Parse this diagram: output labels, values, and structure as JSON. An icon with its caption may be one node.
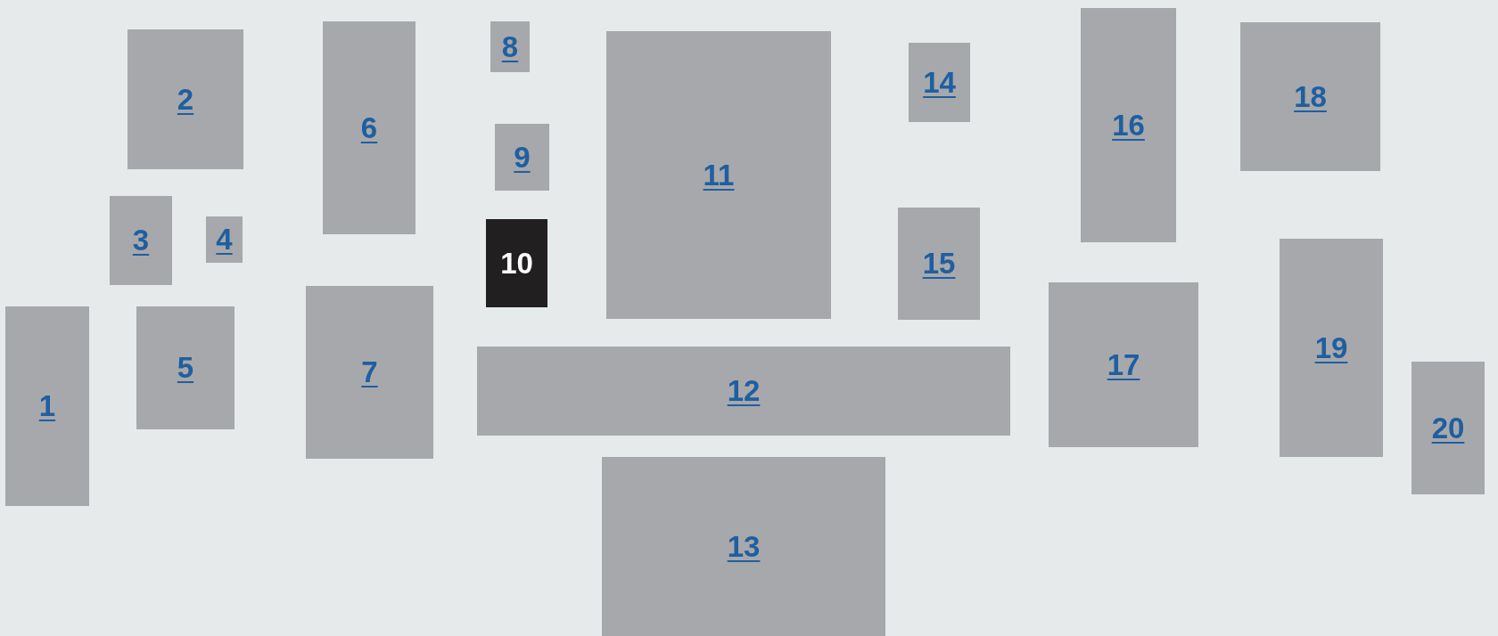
{
  "diagram": {
    "nodes": [
      {
        "text": [
          "1"
        ]
      },
      {
        "text": [
          "2"
        ]
      },
      {
        "text": [
          "3"
        ]
      },
      {
        "text": [
          "4"
        ]
      },
      {
        "text": [
          "5"
        ]
      },
      {
        "text": [
          "6"
        ]
      },
      {
        "text": [
          "7"
        ]
      },
      {
        "text": [
          "8"
        ]
      },
      {
        "text": [
          "9"
        ]
      },
      {
        "text": [
          "10"
        ]
      },
      {
        "text": [
          "11"
        ]
      },
      {
        "text": [
          "12"
        ]
      },
      {
        "text": [
          "13"
        ]
      },
      {
        "text": [
          "14"
        ]
      },
      {
        "text": [
          "15"
        ]
      },
      {
        "text": [
          "16"
        ]
      },
      {
        "text": [
          "17"
        ]
      },
      {
        "text": [
          "18"
        ]
      },
      {
        "text": [
          "19"
        ]
      },
      {
        "text": [
          "20"
        ]
      }
    ]
  }
}
